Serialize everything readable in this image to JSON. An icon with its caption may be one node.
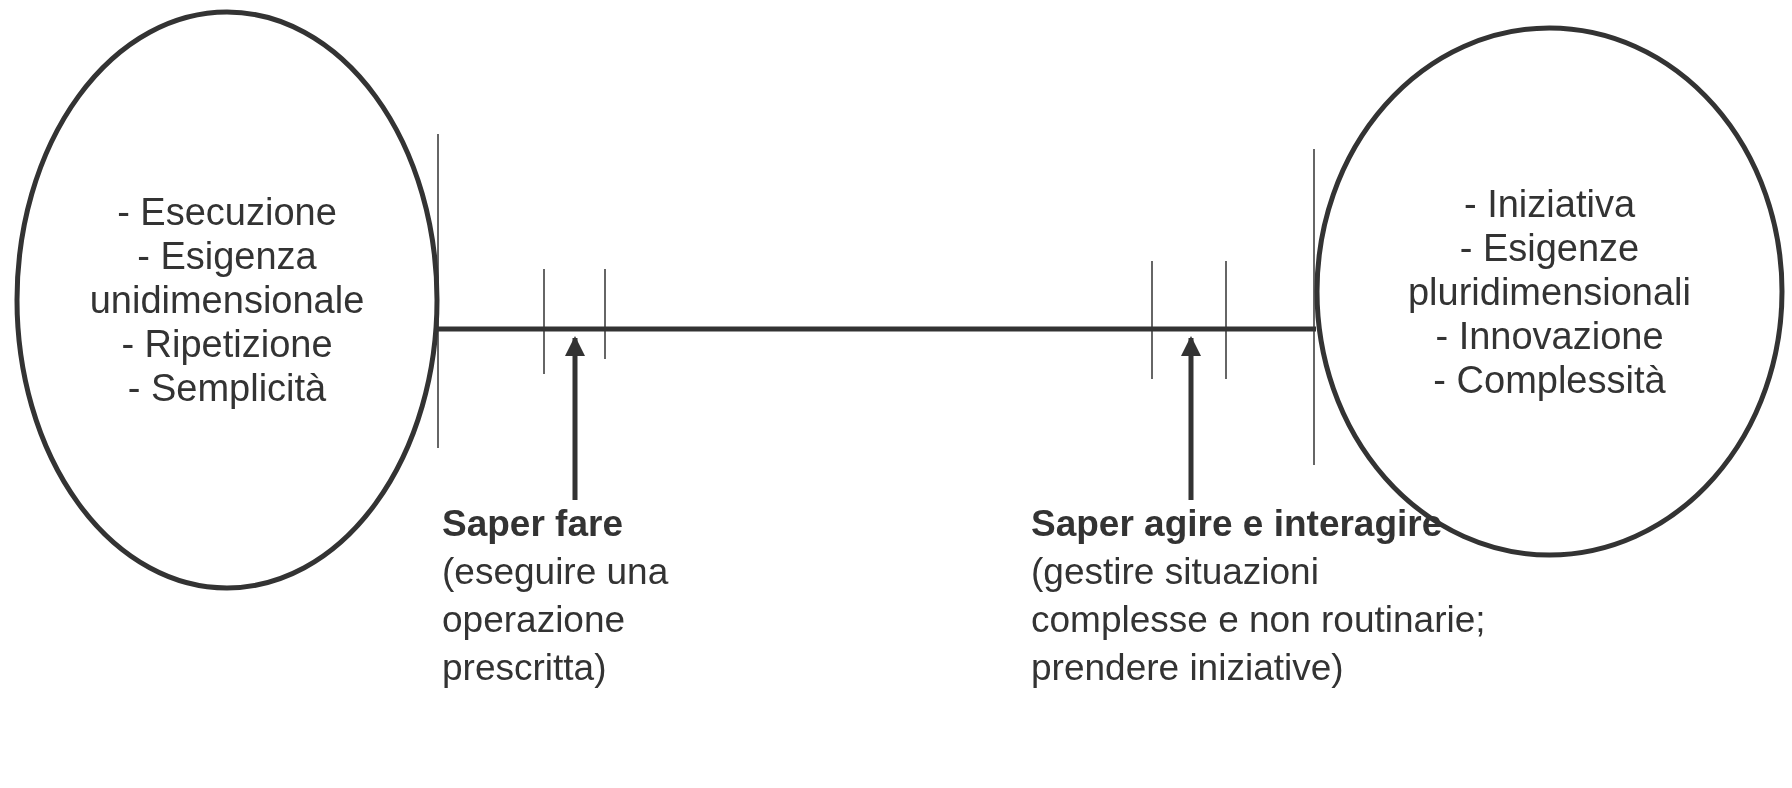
{
  "diagram": {
    "nodes": [
      {
        "text": [
          "- Esecuzione",
          "- Esigenza unidimensionale",
          "- Ripetizione",
          "- Semplicità"
        ]
      },
      {
        "text": [
          "- Iniziativa",
          "- Esigenze pluridimensionali",
          "- Innovazione",
          "- Complessità"
        ]
      },
      {
        "text": [
          "**Saper fare** (eseguire una operazione prescritta)"
        ]
      },
      {
        "text": [
          "**Saper agire e interagire** (gestire situazioni complesse e non routinarie; prendere iniziative)"
        ]
      }
    ],
    "edges": [
      {
        "from": 0,
        "to": 1,
        "arrow": "none"
      },
      {
        "from": 2,
        "to": null,
        "arrow": "to"
      },
      {
        "from": 3,
        "to": null,
        "arrow": "to"
      }
    ]
  }
}
